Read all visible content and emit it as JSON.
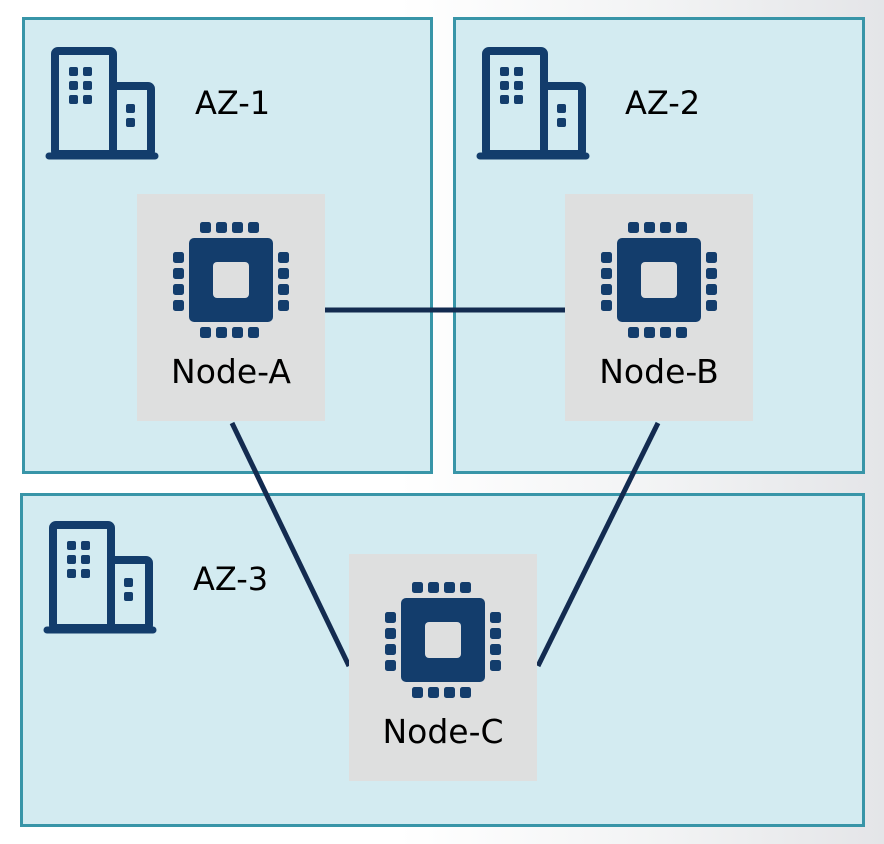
{
  "zones": [
    {
      "id": "az1",
      "label": "AZ-1",
      "icon": "building-icon"
    },
    {
      "id": "az2",
      "label": "AZ-2",
      "icon": "building-icon"
    },
    {
      "id": "az3",
      "label": "AZ-3",
      "icon": "building-icon"
    }
  ],
  "nodes": [
    {
      "id": "node-a",
      "label": "Node-A",
      "zone": "AZ-1",
      "icon": "cpu-chip-icon"
    },
    {
      "id": "node-b",
      "label": "Node-B",
      "zone": "AZ-2",
      "icon": "cpu-chip-icon"
    },
    {
      "id": "node-c",
      "label": "Node-C",
      "zone": "AZ-3",
      "icon": "cpu-chip-icon"
    }
  ],
  "links": [
    {
      "from": "Node-A",
      "to": "Node-B"
    },
    {
      "from": "Node-A",
      "to": "Node-C"
    },
    {
      "from": "Node-B",
      "to": "Node-C"
    }
  ],
  "colors": {
    "zone_fill": "#d3ebf1",
    "zone_border": "#3895a8",
    "icon": "#133d6c",
    "node_fill": "#dedfdf",
    "link": "#132b50"
  }
}
